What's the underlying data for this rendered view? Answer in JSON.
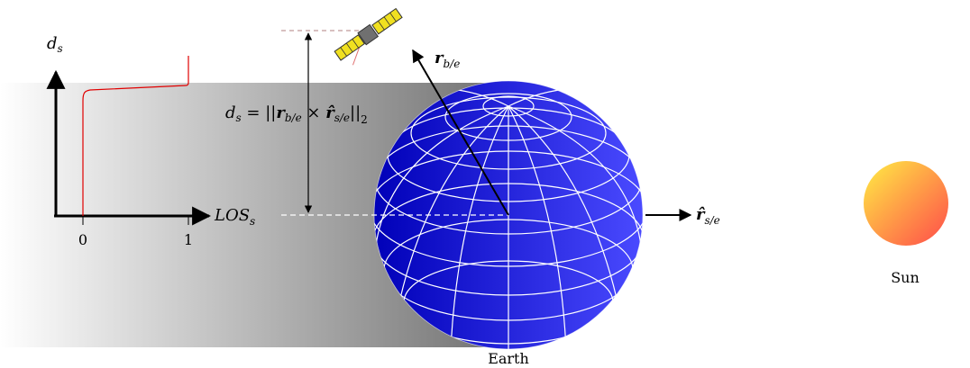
{
  "plot": {
    "y_axis_symbol": "d",
    "y_axis_subscript": "s",
    "x_axis_symbol": "LOS",
    "x_axis_subscript": "s",
    "tick_zero": "0",
    "tick_one": "1"
  },
  "equation": {
    "lhs_symbol": "d",
    "lhs_subscript": "s",
    "equals": " = ||",
    "vec_r": "r",
    "sub_be": "b/e",
    "times": " × ",
    "vec_r_hat": "r̂",
    "sub_se": "s/e",
    "close": "||",
    "norm_sub": "2"
  },
  "labels": {
    "vector_r_be_symbol": "r",
    "vector_r_be_subscript": "b/e",
    "vector_r_se_symbol": "r̂",
    "vector_r_se_subscript": "s/e",
    "earth": "Earth",
    "sun": "Sun"
  },
  "colors": {
    "earth_fill_dark": "#0000b8",
    "earth_fill_light": "#4a4aff",
    "grid_line": "#ffffff",
    "shadow_dark": "#707070",
    "shadow_light": "#ffffff",
    "curve": "#e00000",
    "sun_light": "#ffee44",
    "sun_dark": "#ff4a4a",
    "satellite_panel": "#f0e020",
    "satellite_body": "#707070"
  }
}
